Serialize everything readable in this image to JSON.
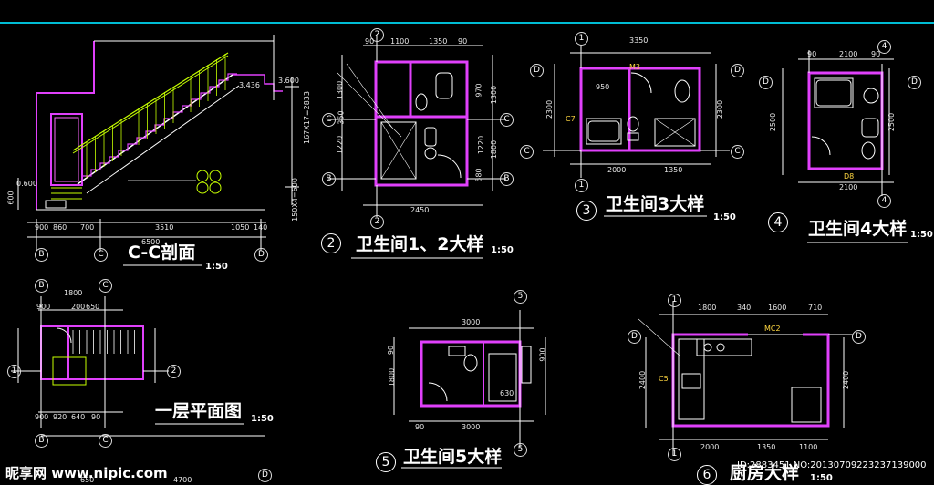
{
  "titles": {
    "section_cc": "C-C剖面",
    "bathroom_12": "卫生间1、2大样",
    "bathroom_3": "卫生间3大样",
    "bathroom_4": "卫生间4大样",
    "first_floor": "一层平面图",
    "bathroom_5": "卫生间5大样",
    "kitchen": "厨房大样",
    "scale": "1:50"
  },
  "detail_numbers": {
    "d2": "2",
    "d3": "3",
    "d4": "4",
    "d5": "5",
    "d6": "6"
  },
  "grid_labels": {
    "one": "1",
    "two": "2",
    "four": "4",
    "five": "5",
    "b": "B",
    "c": "C",
    "d": "D"
  },
  "section_dims": {
    "a": "900",
    "b": "860",
    "c": "700",
    "d": "3510",
    "e": "1050",
    "f": "140",
    "total": "6500",
    "h1": "3.436",
    "h2": "3.600",
    "h3": "167X17=2833",
    "h4": "150X4=600",
    "h5": "0.600",
    "h6": "600"
  },
  "bath12_dims": {
    "t1": "1100",
    "t2": "1350",
    "t3": "90",
    "t4": "90",
    "b1": "2450",
    "l1": "1300",
    "l2": "1220",
    "l3": "350",
    "r1": "970",
    "r2": "1220",
    "r3": "1800",
    "r4": "580",
    "r5": "1300"
  },
  "bath3_dims": {
    "top": "3350",
    "b1": "2000",
    "b2": "1350",
    "left": "2300",
    "right": "2300",
    "sub": "950",
    "c7": "C7",
    "m3": "M3"
  },
  "bath4_dims": {
    "top1": "90",
    "top2": "2100",
    "top3": "90",
    "bot": "2100",
    "left": "2500",
    "right": "2500",
    "d8": "D8"
  },
  "plan_dims": {
    "top": "1800",
    "a": "900",
    "b": "200",
    "c": "650",
    "bot1": "900",
    "bot2": "920",
    "bot3": "640",
    "bot4": "90",
    "bot5": "650",
    "bot6": "4700"
  },
  "bath5_dims": {
    "top": "3000",
    "bot": "3000",
    "l1": "1800",
    "l2": "90",
    "r1": "900",
    "r2": "630",
    "a": "90"
  },
  "kitchen_dims": {
    "t1": "1800",
    "t2": "340",
    "t3": "1600",
    "t4": "710",
    "b1": "2000",
    "b2": "1350",
    "b3": "1100",
    "left": "2400",
    "right": "2400",
    "mc2": "MC2",
    "c5": "C5"
  },
  "watermark": {
    "left": "昵享网 www.nipic.com",
    "right": "ID:2883451 NO:20130709223237139000"
  }
}
